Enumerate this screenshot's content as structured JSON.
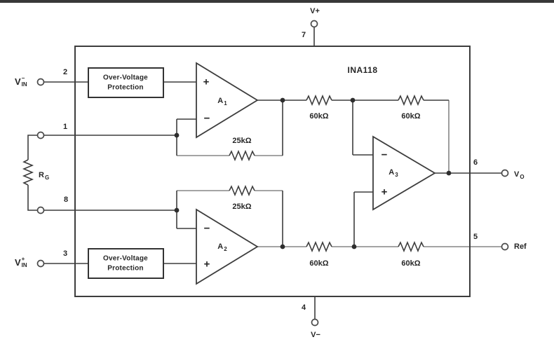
{
  "colors": {
    "ink": "#3d3d3d",
    "background": "#ffffff"
  },
  "chip": {
    "label": "INA118"
  },
  "pins": {
    "p1": "1",
    "p2": "2",
    "p3": "3",
    "p4": "4",
    "p5": "5",
    "p6": "6",
    "p7": "7",
    "p8": "8"
  },
  "terminals": {
    "v_plus": "V+",
    "v_minus": "V−",
    "vin_neg": {
      "base": "V",
      "sup": "−",
      "sub": "IN"
    },
    "vin_pos": {
      "base": "V",
      "sup": "+",
      "sub": "IN"
    },
    "v_out": {
      "base": "V",
      "sub": "O"
    },
    "ref": "Ref",
    "rg": {
      "base": "R",
      "sub": "G"
    }
  },
  "signs": {
    "plus": "+",
    "minus": "−"
  },
  "amplifiers": {
    "a1": {
      "base": "A",
      "sub": "1"
    },
    "a2": {
      "base": "A",
      "sub": "2"
    },
    "a3": {
      "base": "A",
      "sub": "3"
    }
  },
  "resistors": {
    "feedback_a1": "25kΩ",
    "feedback_a2": "25kΩ",
    "input_top": "60kΩ",
    "feedback_top": "60kΩ",
    "input_bottom": "60kΩ",
    "feedback_bottom": "60kΩ"
  },
  "protection": {
    "line1": "Over-Voltage",
    "line2": "Protection"
  }
}
